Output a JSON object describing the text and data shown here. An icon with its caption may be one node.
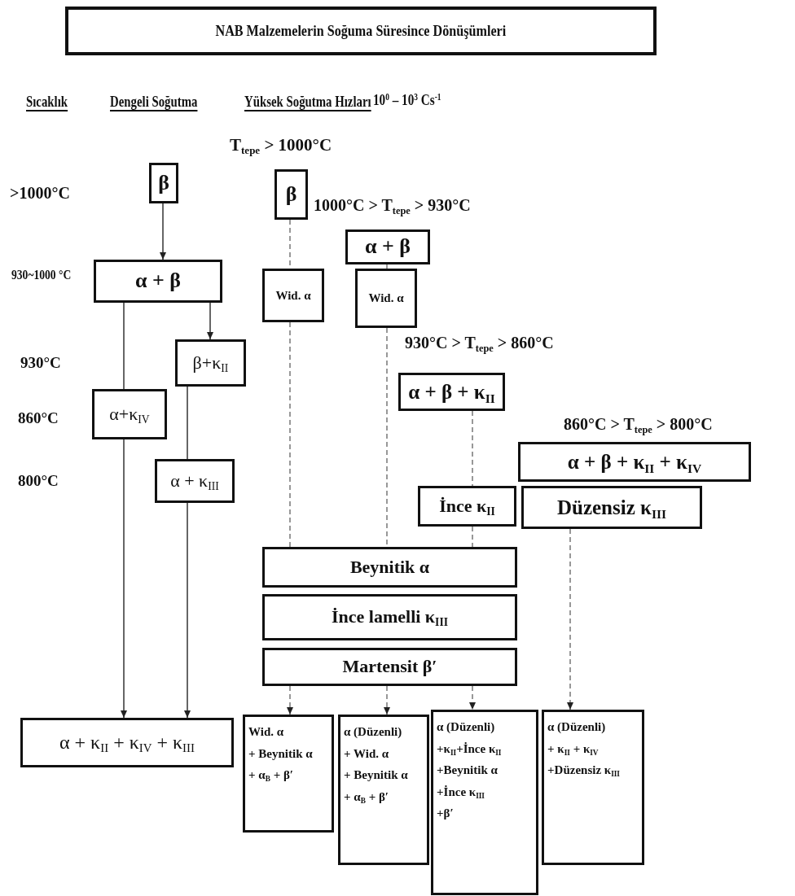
{
  "diagram": {
    "title": "NAB Malzemelerin Soğuma Süresince Dönüşümleri",
    "nodes": [
      {
        "text": [
          "β"
        ]
      },
      {
        "text": [
          "α + β"
        ]
      },
      {
        "text": [
          "β+κ$_{II}$"
        ]
      },
      {
        "text": [
          "α+κ$_{IV}$"
        ]
      },
      {
        "text": [
          "α + κ$_{III}$"
        ]
      },
      {
        "text": [
          "α + κ$_{II}$ + κ$_{IV}$ + κ$_{III}$"
        ]
      },
      {
        "text": [
          "β"
        ]
      },
      {
        "text": [
          "Wid. α"
        ]
      },
      {
        "text": [
          "α + β"
        ]
      },
      {
        "text": [
          "Wid. α"
        ]
      },
      {
        "text": [
          "α + β + κ$_{II}$"
        ]
      },
      {
        "text": [
          "α + β + κ$_{II}$ + κ$_{IV}$"
        ]
      },
      {
        "text": [
          "İnce κ$_{II}$"
        ]
      },
      {
        "text": [
          "Düzensiz κ$_{III}$"
        ]
      },
      {
        "text": [
          "Beynitik α"
        ]
      },
      {
        "text": [
          "İnce lamelli κ$_{III}$"
        ]
      },
      {
        "text": [
          "Martensit β′"
        ]
      },
      {
        "text": [
          "Wid. α",
          "+ Beynitik α",
          "+ α$_{B}$ + β′"
        ]
      },
      {
        "text": [
          "α (Düzenli)",
          "+ Wid. α",
          "+ Beynitik α",
          "+ α$_{B}$ + β′"
        ]
      },
      {
        "text": [
          "α (Düzenli)",
          "+κ$_{II}$+İnce κ$_{II}$",
          "+Beynitik α",
          "+İnce κ$_{III}$",
          "+β′"
        ]
      },
      {
        "text": [
          "α (Düzenli)",
          "+ κ$_{II}$ + κ$_{IV}$",
          "+Düzensiz κ$_{III}$"
        ]
      }
    ],
    "edges": [
      {
        "from": 0,
        "to": 1,
        "arrow": "to"
      },
      {
        "from": 1,
        "to": 2,
        "arrow": "to"
      },
      {
        "from": 1,
        "to": 3,
        "arrow": "none"
      },
      {
        "from": 3,
        "to": 5,
        "arrow": "to"
      },
      {
        "from": 2,
        "to": 4,
        "arrow": "none"
      },
      {
        "from": 4,
        "to": 5,
        "arrow": "to"
      },
      {
        "from": 6,
        "to": 7,
        "arrow": "none",
        "style": "dashed"
      },
      {
        "from": 7,
        "to": 14,
        "arrow": "none",
        "style": "dashed"
      },
      {
        "from": 16,
        "to": 17,
        "arrow": "to",
        "style": "dashed"
      },
      {
        "from": 8,
        "to": 9,
        "arrow": "none",
        "style": "dashed"
      },
      {
        "from": 9,
        "to": 14,
        "arrow": "none",
        "style": "dashed"
      },
      {
        "from": 16,
        "to": 18,
        "arrow": "to",
        "style": "dashed"
      },
      {
        "from": 10,
        "to": 12,
        "arrow": "none",
        "style": "dashed"
      },
      {
        "from": 12,
        "to": 14,
        "arrow": "none",
        "style": "dashed"
      },
      {
        "from": 16,
        "to": 19,
        "arrow": "to",
        "style": "dashed"
      },
      {
        "from": 13,
        "to": 20,
        "arrow": "to",
        "style": "dashed"
      }
    ],
    "labels": [
      "Sıcaklık",
      "Dengeli Soğutma",
      "Yüksek Soğutma Hızları",
      "10$^{0}$ – 10$^{3}$ Cs$^{-1}$",
      "T$_{tepe}$ > 1000°C",
      ">1000°C",
      "1000°C > T$_{tepe}$ > 930°C",
      "930~1000 °C",
      "930°C",
      "930°C > T$_{tepe}$ > 860°C",
      "860°C",
      "860°C > T$_{tepe}$ > 800°C",
      "800°C"
    ]
  }
}
